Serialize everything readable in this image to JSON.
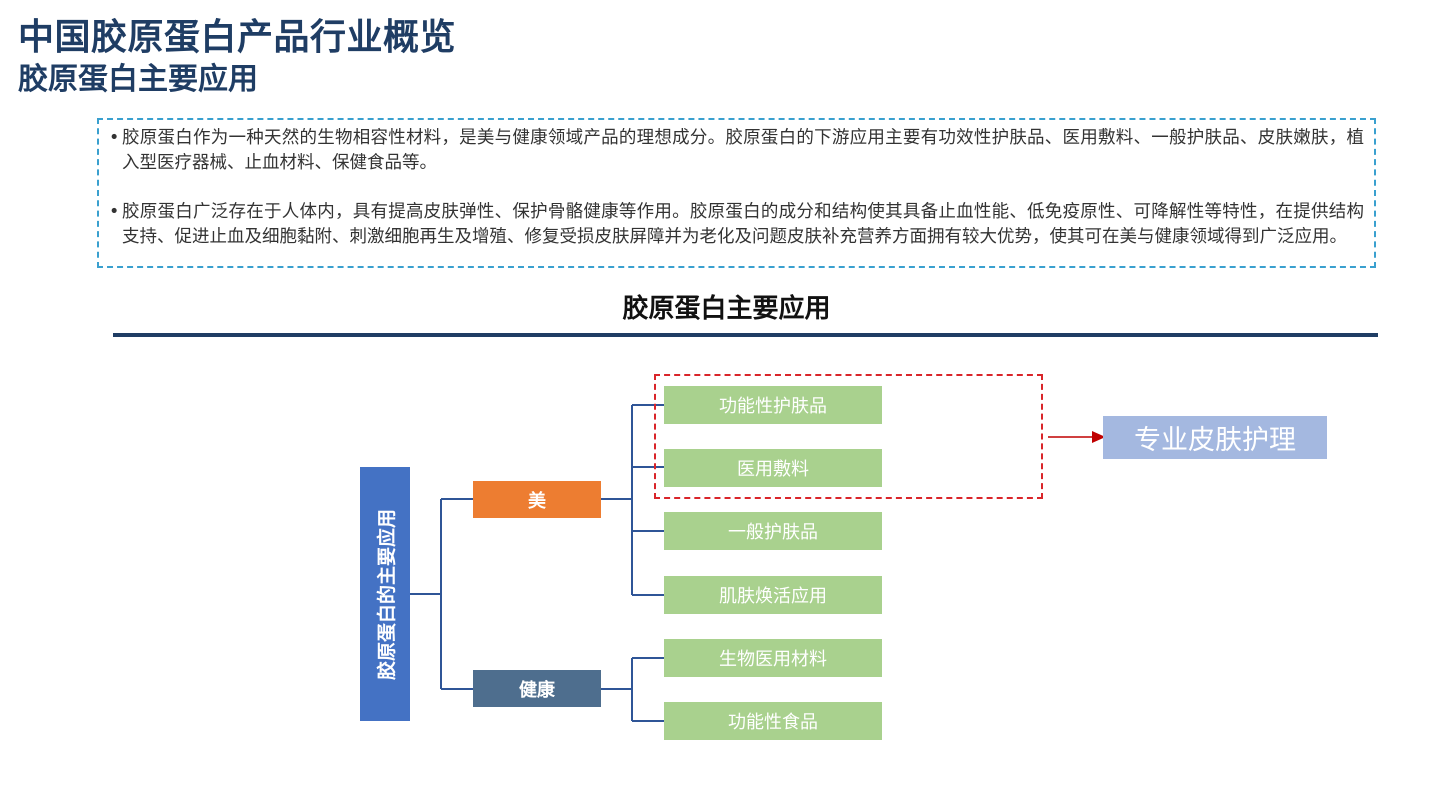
{
  "header": {
    "title": "中国胶原蛋白产品行业概览",
    "subtitle": "胶原蛋白主要应用"
  },
  "intro": {
    "bullets": [
      "胶原蛋白作为一种天然的生物相容性材料，是美与健康领域产品的理想成分。胶原蛋白的下游应用主要有功效性护肤品、医用敷料、一般护肤品、皮肤嫩肤，植入型医疗器械、止血材料、保健食品等。",
      "胶原蛋白广泛存在于人体内，具有提高皮肤弹性、保护骨骼健康等作用。胶原蛋白的成分和结构使其具备止血性能、低免疫原性、可降解性等特性，在提供结构支持、促进止血及细胞黏附、刺激细胞再生及增殖、修复受损皮肤屏障并为老化及问题皮肤补充营养方面拥有较大优势，使其可在美与健康领域得到广泛应用。"
    ]
  },
  "diagram": {
    "title": "胶原蛋白主要应用",
    "root": "胶原蛋白的主要应用",
    "categories": [
      {
        "label": "美",
        "color": "#ed7d31",
        "items": [
          "功能性护肤品",
          "医用敷料",
          "一般护肤品",
          "肌肤焕活应用"
        ]
      },
      {
        "label": "健康",
        "color": "#4e6e8e",
        "items": [
          "生物医用材料",
          "功能性食品"
        ]
      }
    ],
    "highlight_target": "专业皮肤护理",
    "colors": {
      "root": "#4472c4",
      "leaf": "#a9d18e",
      "target": "#a4b8e0",
      "highlight_border": "#d9252a",
      "connector": "#2f5597",
      "title_color": "#1f3d64"
    }
  }
}
